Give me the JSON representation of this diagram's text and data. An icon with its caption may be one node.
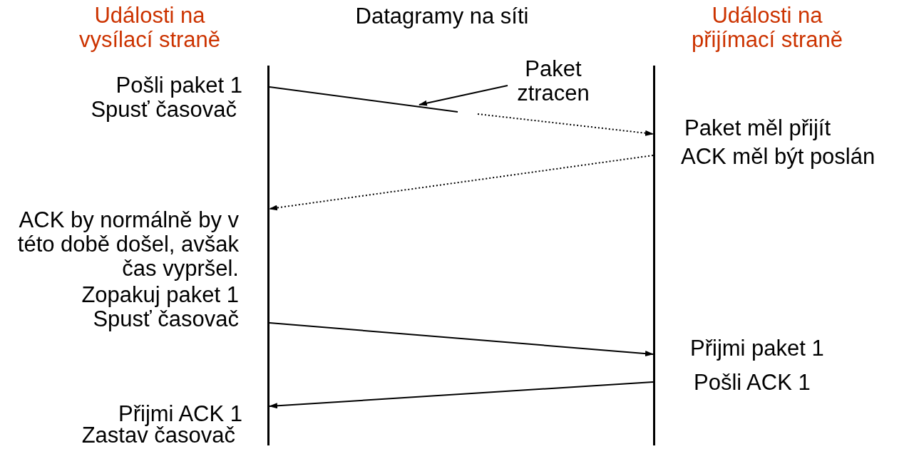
{
  "diagram": {
    "nodes": [
      {
        "text": [
          "Události na vysílací straně"
        ]
      },
      {
        "text": [
          "Události na přijímací straně"
        ]
      },
      {
        "text": [
          "Paket ztracen"
        ]
      }
    ],
    "edges": [
      {
        "from": 0,
        "to": null,
        "arrow": "none"
      },
      {
        "from": null,
        "to": 1,
        "arrow": "to",
        "style": "dashed"
      },
      {
        "from": 2,
        "to": null,
        "arrow": "to"
      },
      {
        "from": 1,
        "to": 0,
        "arrow": "to",
        "style": "dashed"
      },
      {
        "from": 0,
        "to": 1,
        "arrow": "to"
      },
      {
        "from": 1,
        "to": 0,
        "arrow": "to"
      }
    ],
    "labels": [
      "Datagramy na síti",
      "Pošli paket 1",
      "Spusť časovač",
      "Paket měl přijít",
      "ACK měl být poslán",
      "ACK by normálně by v této době došel, avšak čas vypršel.",
      "Zopakuj paket 1",
      "Spusť časovač",
      "Přijmi paket 1",
      "Pošli ACK 1",
      "Přijmi ACK 1",
      "Zastav časovač"
    ]
  }
}
